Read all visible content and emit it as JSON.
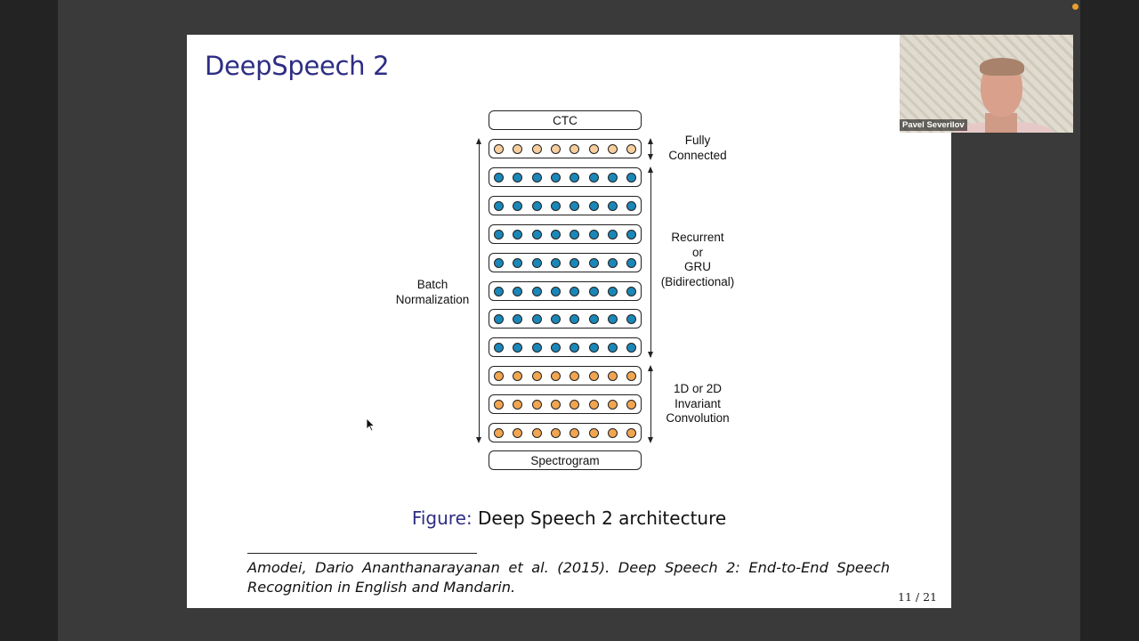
{
  "slide": {
    "title": "DeepSpeech 2",
    "diagram": {
      "top_box": "CTC",
      "bottom_box": "Spectrogram",
      "left_label": "Batch\nNormalization",
      "right_labels": {
        "fully_connected": "Fully\nConnected",
        "recurrent": "Recurrent\nor\nGRU\n(Bidirectional)",
        "convolution": "1D or 2D\nInvariant\nConvolution"
      },
      "layers": [
        {
          "kind": "fully-connected",
          "color": "#f8ce9c"
        },
        {
          "kind": "recurrent",
          "color": "#1a87b8"
        },
        {
          "kind": "recurrent",
          "color": "#1a87b8"
        },
        {
          "kind": "recurrent",
          "color": "#1a87b8"
        },
        {
          "kind": "recurrent",
          "color": "#1a87b8"
        },
        {
          "kind": "recurrent",
          "color": "#1a87b8"
        },
        {
          "kind": "recurrent",
          "color": "#1a87b8"
        },
        {
          "kind": "recurrent",
          "color": "#1a87b8"
        },
        {
          "kind": "convolution",
          "color": "#f2a550"
        },
        {
          "kind": "convolution",
          "color": "#f2a550"
        },
        {
          "kind": "convolution",
          "color": "#f2a550"
        }
      ],
      "nodes_per_layer": 8
    },
    "caption_prefix": "Figure:",
    "caption_text": "Deep Speech 2 architecture",
    "footnote": "Amodei, Dario  Ananthanarayanan et al. (2015). Deep Speech 2: End-to-End Speech Recognition in English and Mandarin.",
    "page_number": "11 / 21"
  },
  "webcam": {
    "participant_name": "Pavel Severilov"
  },
  "colors": {
    "title_blue": "#2d2d83",
    "recording_dot": "#e8a030"
  }
}
